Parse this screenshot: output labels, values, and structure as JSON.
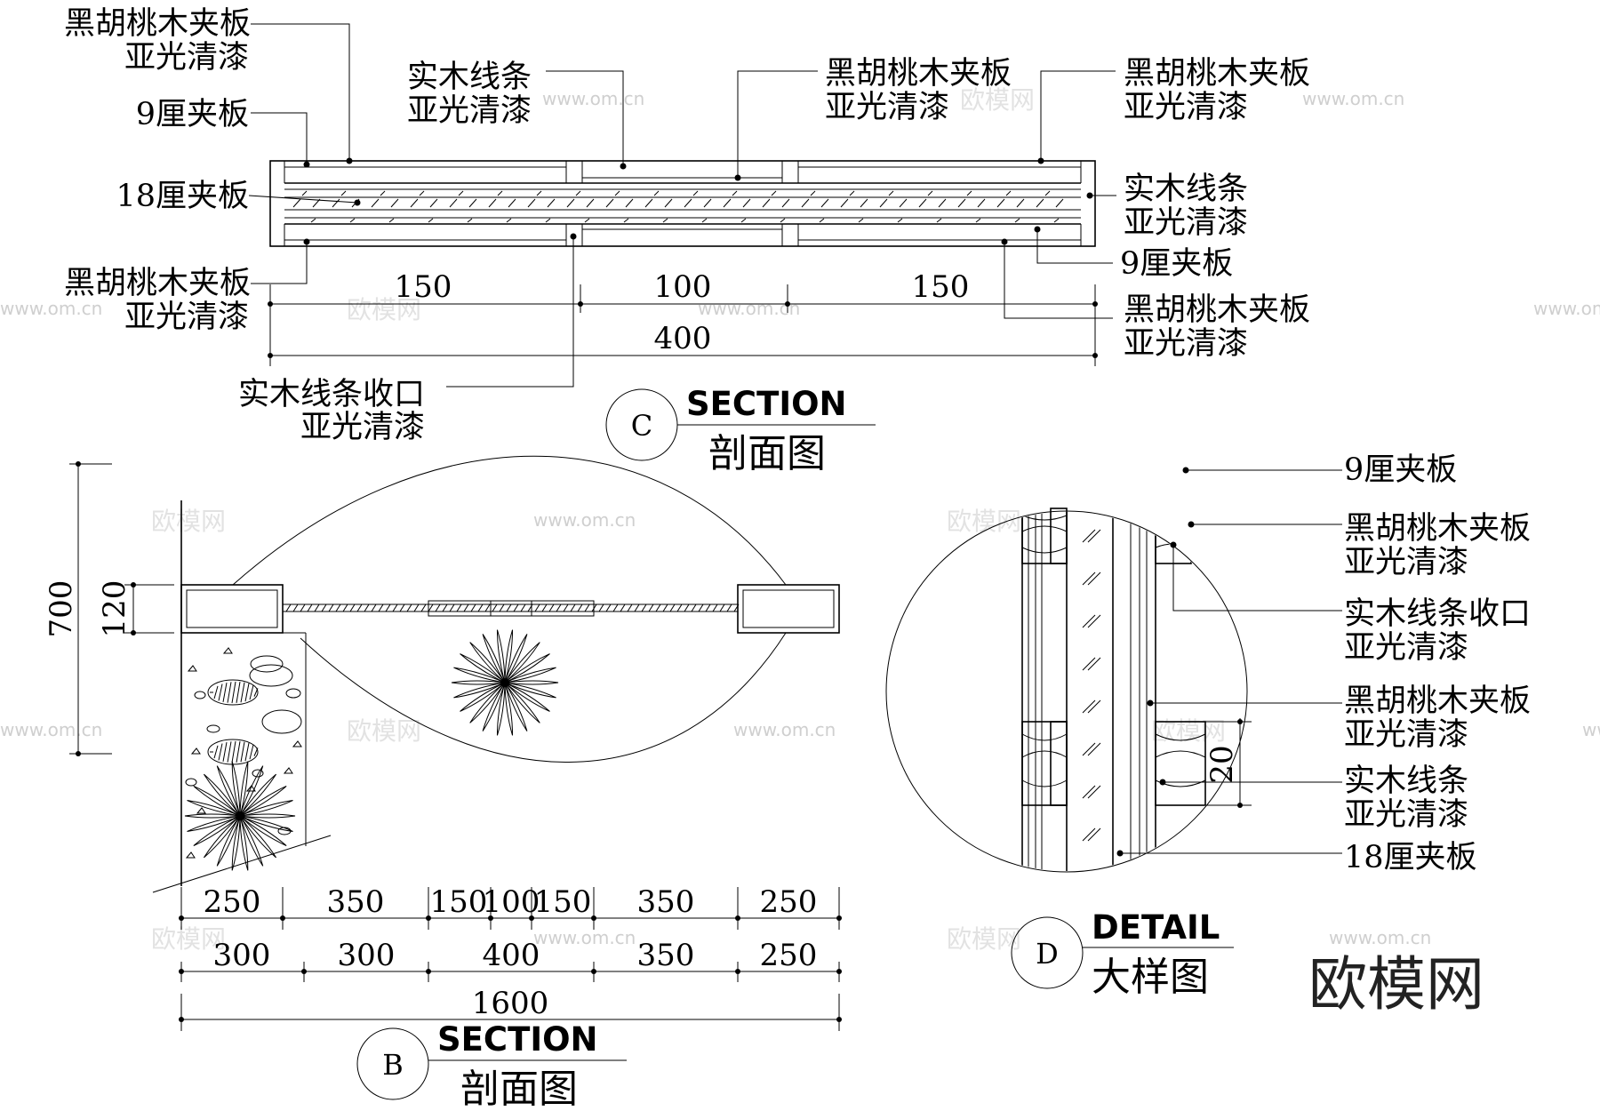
{
  "section_c": {
    "labels": {
      "tl_walnut_1": "黑胡桃木夹板",
      "tl_walnut_2": "亚光清漆",
      "tl_9mm": "9厘夹板",
      "tl_18mm": "18厘夹板",
      "bl_walnut_1": "黑胡桃木夹板",
      "bl_walnut_2": "亚光清漆",
      "top_solid_1": "实木线条",
      "top_solid_2": "亚光清漆",
      "top_walnut_1": "黑胡桃木夹板",
      "top_walnut_2": "亚光清漆",
      "tr_walnut_1": "黑胡桃木夹板",
      "tr_walnut_2": "亚光清漆",
      "r_solid_1": "实木线条",
      "r_solid_2": "亚光清漆",
      "r_9mm": "9厘夹板",
      "br_walnut_1": "黑胡桃木夹板",
      "br_walnut_2": "亚光清漆",
      "bottom_trim_1": "实木线条收口",
      "bottom_trim_2": "亚光清漆"
    },
    "dims": {
      "d1": "150",
      "d2": "100",
      "d3": "150",
      "total": "400"
    },
    "tag": "C",
    "title_en": "SECTION",
    "title_cn": "剖面图"
  },
  "section_b": {
    "dims": {
      "v_total": "700",
      "v_sub": "120",
      "r1": [
        "250",
        "350",
        "150",
        "100",
        "150",
        "350",
        "250"
      ],
      "r2": [
        "300",
        "300",
        "400",
        "350",
        "250"
      ],
      "total": "1600"
    },
    "tag": "B",
    "title_en": "SECTION",
    "title_cn": "剖面图"
  },
  "detail_d": {
    "labels": {
      "l_9mm": "9厘夹板",
      "l_walnut_a1": "黑胡桃木夹板",
      "l_walnut_a2": "亚光清漆",
      "l_trim1": "实木线条收口",
      "l_trim2": "亚光清漆",
      "l_walnut_b1": "黑胡桃木夹板",
      "l_walnut_b2": "亚光清漆",
      "l_solid1": "实木线条",
      "l_solid2": "亚光清漆",
      "l_18mm": "18厘夹板"
    },
    "dim": "20",
    "tag": "D",
    "title_en": "DETAIL",
    "title_cn": "大样图"
  },
  "watermark": {
    "url": "www.om.cn",
    "cn": "欧模网"
  },
  "brand": "欧模网"
}
